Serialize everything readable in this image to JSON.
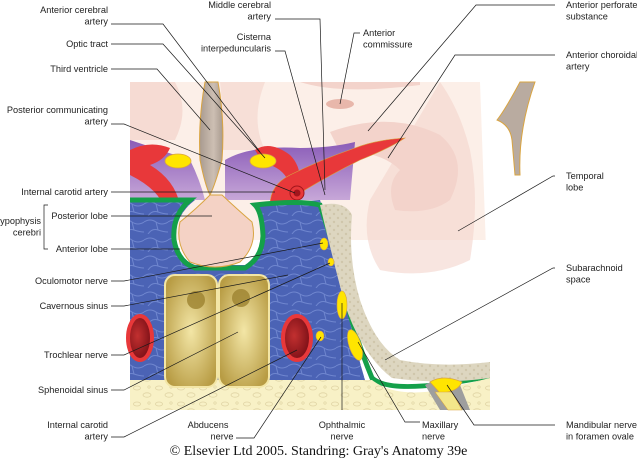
{
  "figure": {
    "caption": "© Elsevier Ltd 2005. Standring: Gray's Anatomy 39e",
    "colors": {
      "brain_bg": "#fcefe8",
      "brain_shade": "#f3d3cb",
      "ventricle": "#b9aba0",
      "artery": "#e8383a",
      "artery_dark": "#a3151c",
      "purple_region": "#9a6fbf",
      "nerve_yellow": "#ffe500",
      "cavernous_blue": "#4b63b5",
      "dura_green": "#14a04a",
      "bone": "#f8f1c6",
      "sinus_gold": "#c9b25a",
      "subarachnoid": "#ddd6c0",
      "hypophysis": "#f4d2c5"
    },
    "labels_left": [
      {
        "id": "anterior-cerebral-artery",
        "lines": [
          "Anterior cerebral",
          "artery"
        ]
      },
      {
        "id": "optic-tract",
        "lines": [
          "Optic tract"
        ]
      },
      {
        "id": "third-ventricle",
        "lines": [
          "Third ventricle"
        ]
      },
      {
        "id": "posterior-communicating-artery",
        "lines": [
          "Posterior communicating",
          "artery"
        ]
      },
      {
        "id": "internal-carotid-artery-upper",
        "lines": [
          "Internal carotid artery"
        ]
      },
      {
        "id": "posterior-lobe",
        "lines": [
          "Posterior lobe"
        ]
      },
      {
        "id": "anterior-lobe",
        "lines": [
          "Anterior lobe"
        ]
      },
      {
        "id": "oculomotor-nerve",
        "lines": [
          "Oculomotor nerve"
        ]
      },
      {
        "id": "cavernous-sinus",
        "lines": [
          "Cavernous sinus"
        ]
      },
      {
        "id": "trochlear-nerve",
        "lines": [
          "Trochlear nerve"
        ]
      },
      {
        "id": "sphenoidal-sinus",
        "lines": [
          "Sphenoidal sinus"
        ]
      },
      {
        "id": "internal-carotid-artery-lower",
        "lines": [
          "Internal carotid",
          "artery"
        ]
      }
    ],
    "group_label": {
      "lines": [
        "Hypophysis",
        "cerebri"
      ]
    },
    "labels_top": [
      {
        "id": "middle-cerebral-artery",
        "lines": [
          "Middle cerebral",
          "artery"
        ]
      },
      {
        "id": "cisterna-interpeduncularis",
        "lines": [
          "Cisterna",
          "interpeduncularis"
        ]
      },
      {
        "id": "anterior-commissure",
        "lines": [
          "Anterior",
          "commissure"
        ]
      }
    ],
    "labels_right": [
      {
        "id": "anterior-perforated-substance",
        "lines": [
          "Anterior perforated",
          "substance"
        ]
      },
      {
        "id": "anterior-choroidal-artery",
        "lines": [
          "Anterior choroidal",
          "artery"
        ]
      },
      {
        "id": "temporal-lobe",
        "lines": [
          "Temporal",
          "lobe"
        ]
      },
      {
        "id": "subarachnoid-space",
        "lines": [
          "Subarachnoid",
          "space"
        ]
      },
      {
        "id": "mandibular-nerve",
        "lines": [
          "Mandibular nerve",
          "in foramen ovale"
        ]
      }
    ],
    "labels_bottom": [
      {
        "id": "abducens-nerve",
        "lines": [
          "Abducens",
          "nerve"
        ]
      },
      {
        "id": "ophthalmic-nerve",
        "lines": [
          "Ophthalmic",
          "nerve"
        ]
      },
      {
        "id": "maxillary-nerve",
        "lines": [
          "Maxillary",
          "nerve"
        ]
      }
    ]
  }
}
